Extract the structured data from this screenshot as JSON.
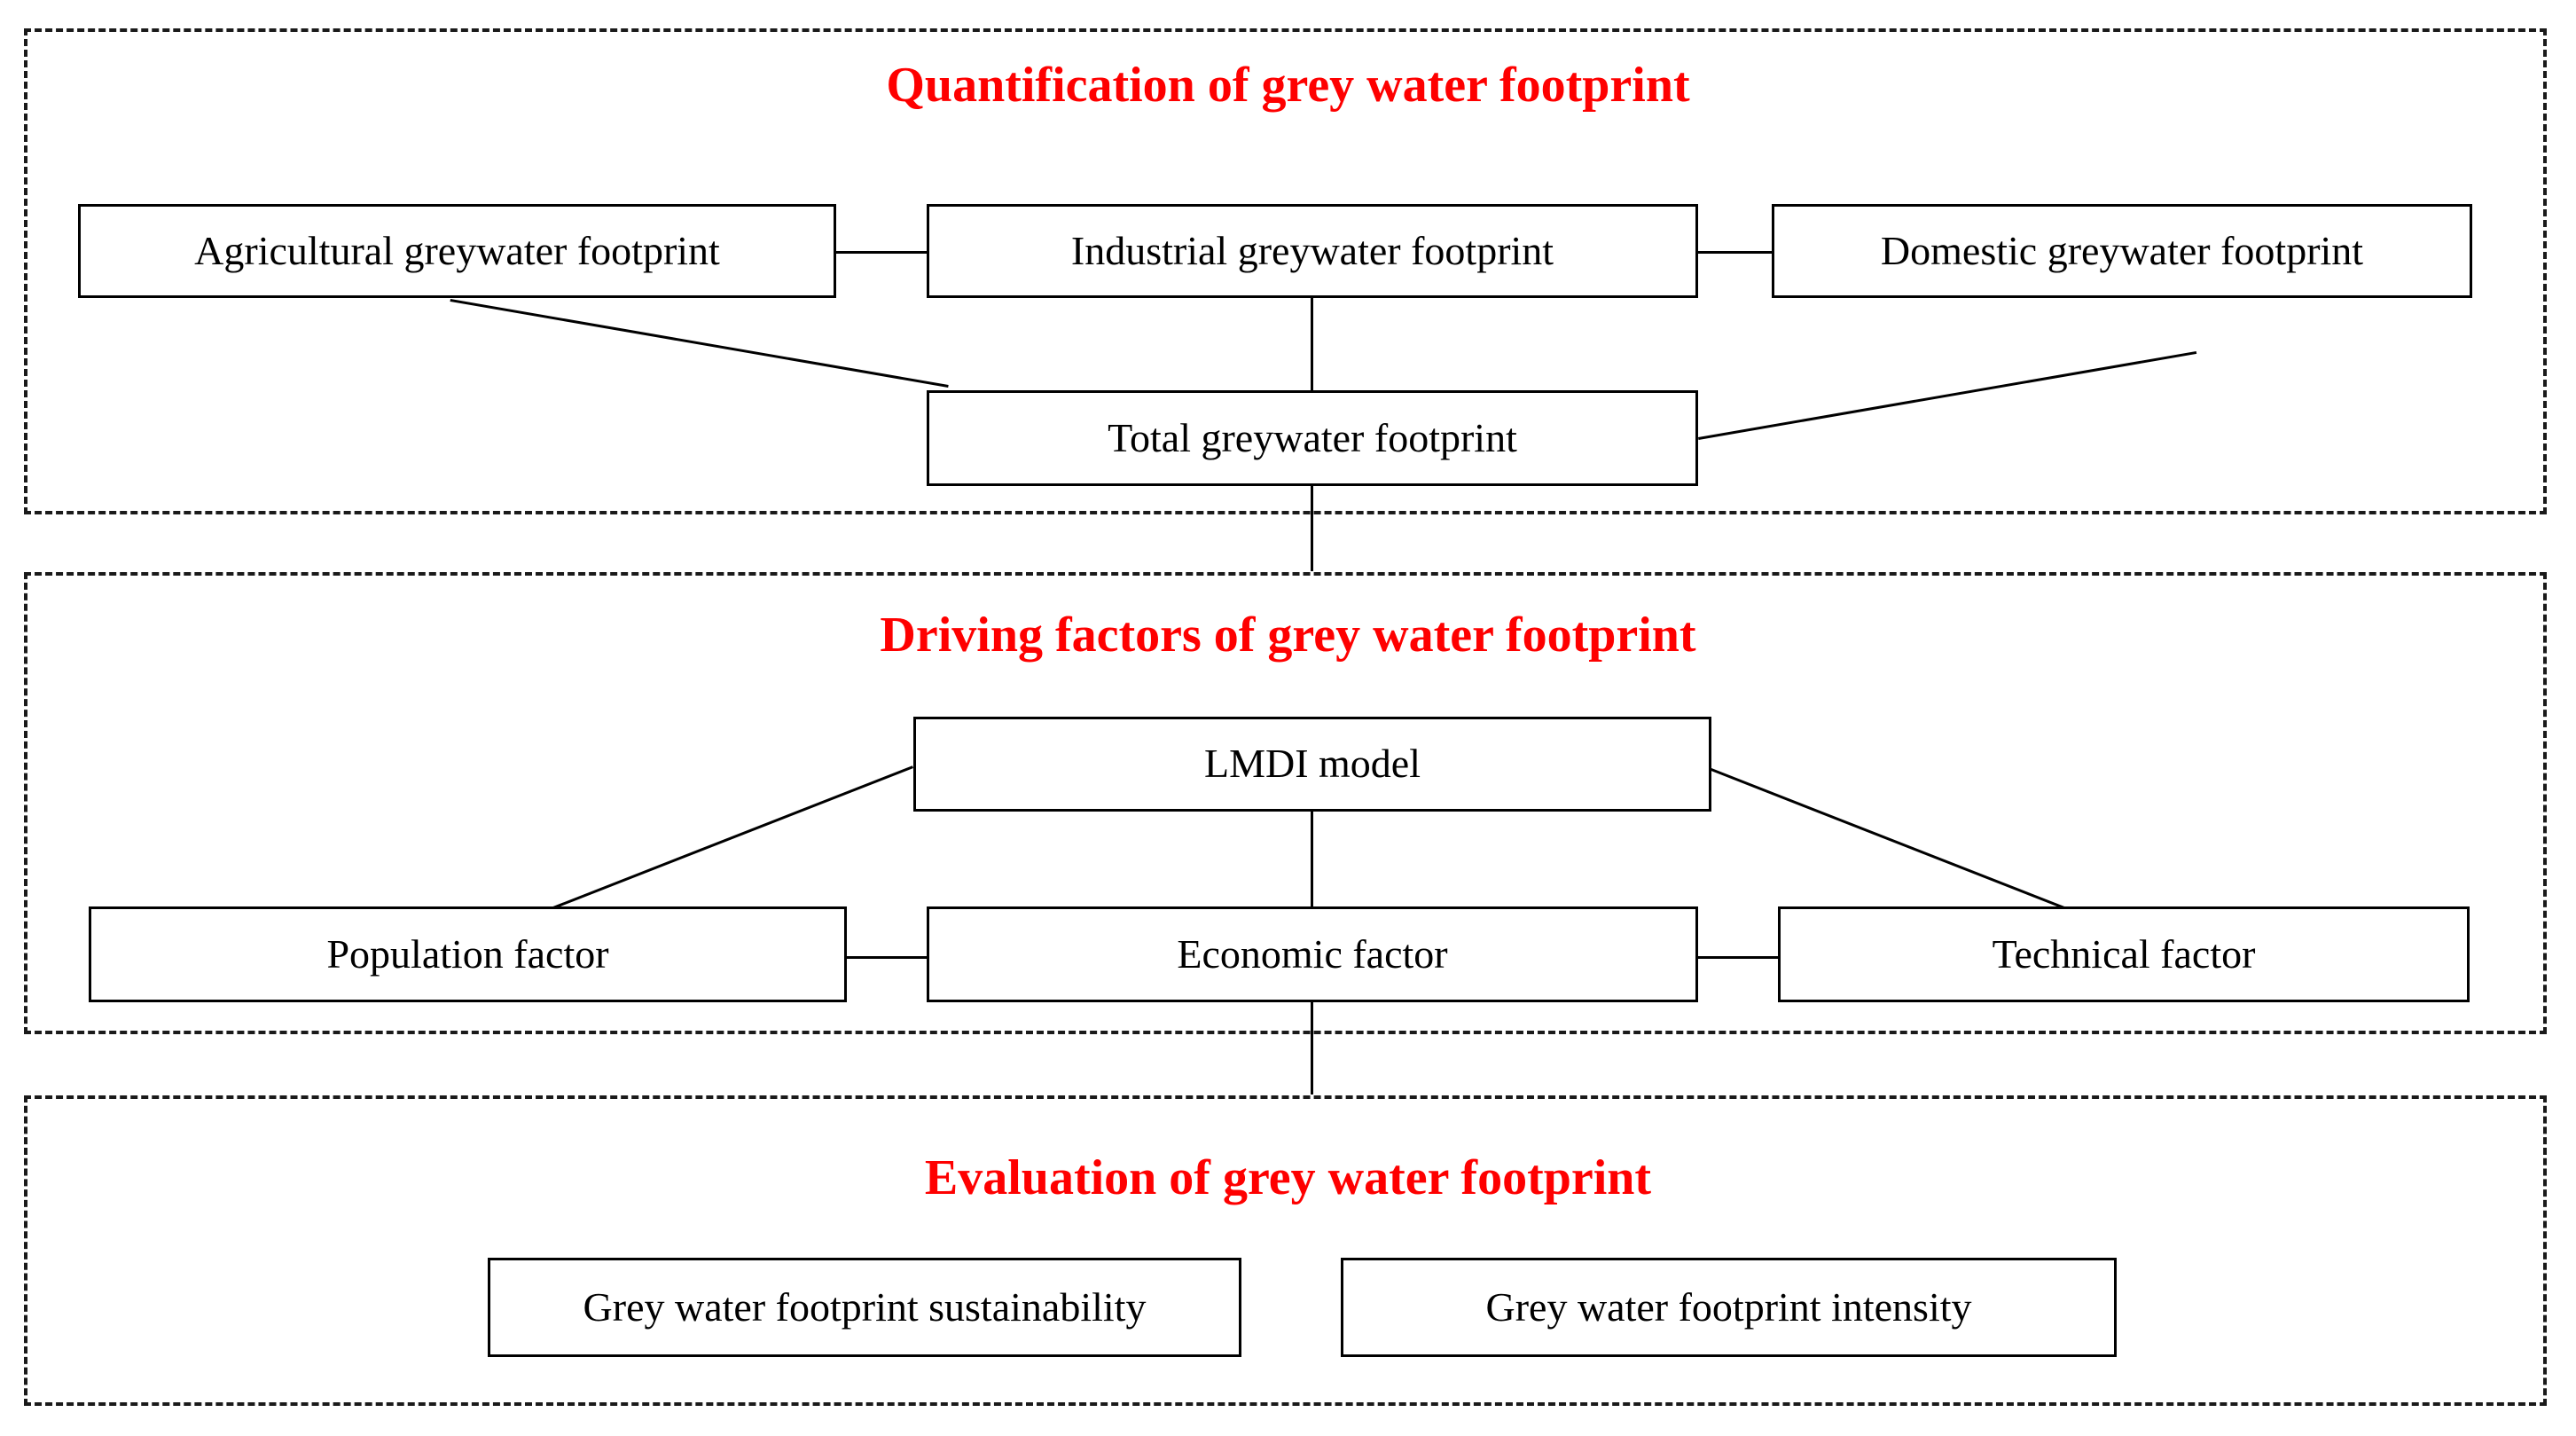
{
  "figure": {
    "type": "flowchart",
    "orientation": "vertical-three-tier",
    "accent_color": "#FE0000",
    "line_color": "#000000",
    "background": "#FFFFFF"
  },
  "sections": [
    {
      "id": "quantification",
      "title": "Quantification of grey water footprint",
      "nodes": [
        {
          "id": "agricultural",
          "label": "Agricultural greywater footprint"
        },
        {
          "id": "industrial",
          "label": "Industrial greywater footprint"
        },
        {
          "id": "domestic",
          "label": "Domestic greywater footprint"
        },
        {
          "id": "total",
          "label": "Total greywater footprint"
        }
      ]
    },
    {
      "id": "driving-factors",
      "title": "Driving factors of grey water footprint",
      "nodes": [
        {
          "id": "lmdi",
          "label": "LMDI model"
        },
        {
          "id": "population",
          "label": "Population factor"
        },
        {
          "id": "economic",
          "label": "Economic factor"
        },
        {
          "id": "technical",
          "label": "Technical factor"
        }
      ]
    },
    {
      "id": "evaluation",
      "title": "Evaluation of grey water footprint",
      "nodes": [
        {
          "id": "sustainability",
          "label": "Grey water footprint sustainability"
        },
        {
          "id": "intensity",
          "label": "Grey water footprint intensity"
        }
      ]
    }
  ]
}
